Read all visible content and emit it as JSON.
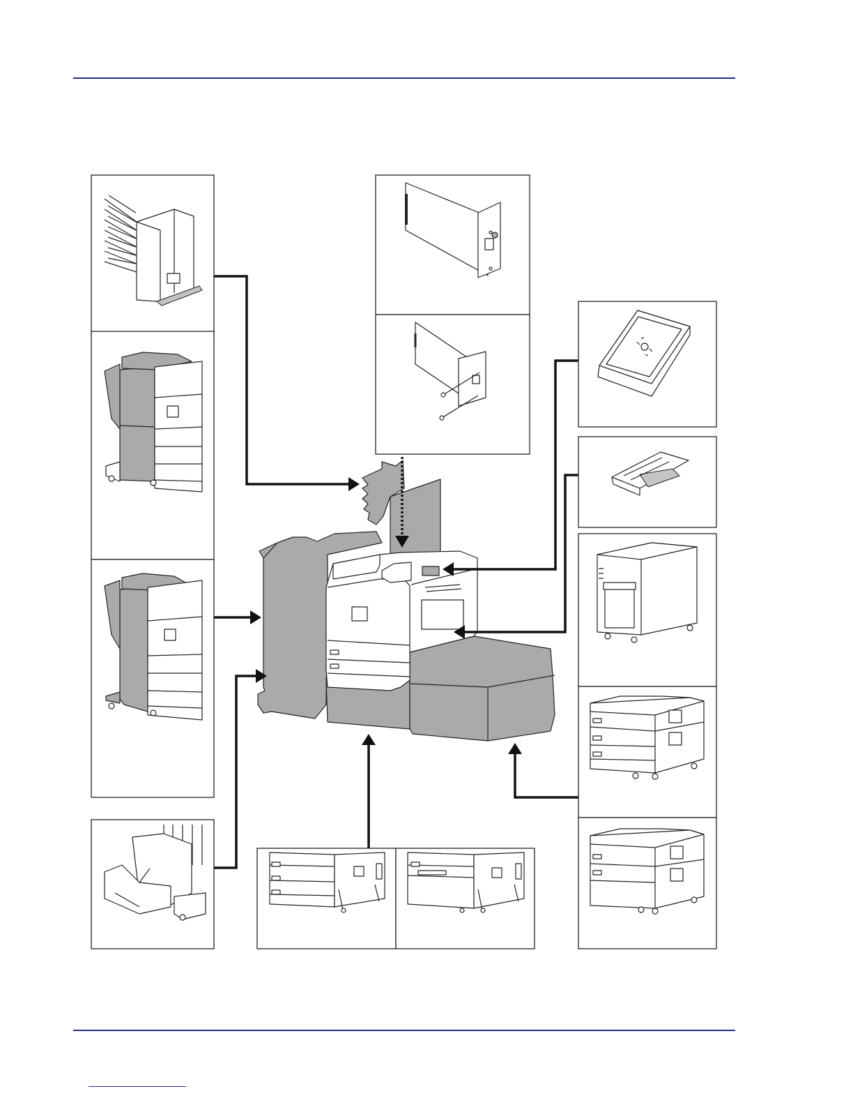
{
  "header": {
    "rule_color": "#1f2e8c"
  },
  "footer": {
    "rule_color": "#1f2e8c"
  },
  "diagram": {
    "description_colors": {
      "highlight_fill": "#aaaaaa",
      "line": "#222222"
    },
    "options": [
      {
        "id": "mailbox",
        "icon": "mailbox-tray-icon"
      },
      {
        "id": "document-finisher",
        "icon": "document-finisher-icon"
      },
      {
        "id": "finisher-with-punch",
        "icon": "finisher-punch-icon"
      },
      {
        "id": "folding-unit",
        "icon": "folding-unit-icon"
      },
      {
        "id": "network-interface-kit",
        "icon": "network-card-icon"
      },
      {
        "id": "wireless-interface-kit",
        "icon": "wireless-card-icon"
      },
      {
        "id": "card-reader",
        "icon": "card-reader-icon"
      },
      {
        "id": "envelope-feeder",
        "icon": "envelope-feeder-icon"
      },
      {
        "id": "side-cabinet",
        "icon": "cabinet-icon"
      },
      {
        "id": "side-feeder-large",
        "icon": "side-feeder-icon"
      },
      {
        "id": "side-feeder-small",
        "icon": "side-feeder-icon"
      },
      {
        "id": "paper-feeder-3-tray",
        "icon": "paper-feeder-icon"
      },
      {
        "id": "paper-feeder-large",
        "icon": "paper-feeder-icon"
      }
    ]
  }
}
